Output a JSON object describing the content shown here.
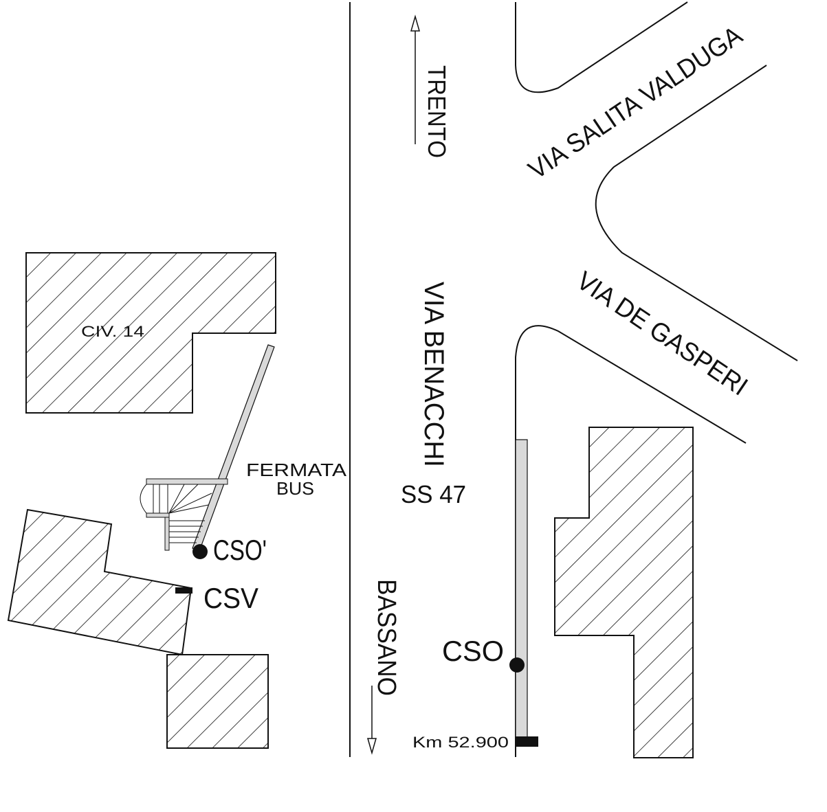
{
  "labels": {
    "trento": "TRENTO",
    "bassano": "BASSANO",
    "via_benacchi": "VIA BENACCHI",
    "ss47": "SS 47",
    "via_salita_valduga": "VIA SALITA VALDUGA",
    "via_de_gasperi": "VIA DE GASPERI",
    "civ14": "CIV. 14",
    "fermata_line1": "FERMATA",
    "fermata_line2": "BUS",
    "cso_prime": "CSO'",
    "csv": "CSV",
    "cso": "CSO",
    "km": "Km 52.900"
  },
  "colors": {
    "line": "#111111",
    "sidewalk": "#d9d9d9",
    "marker": "#111111"
  }
}
